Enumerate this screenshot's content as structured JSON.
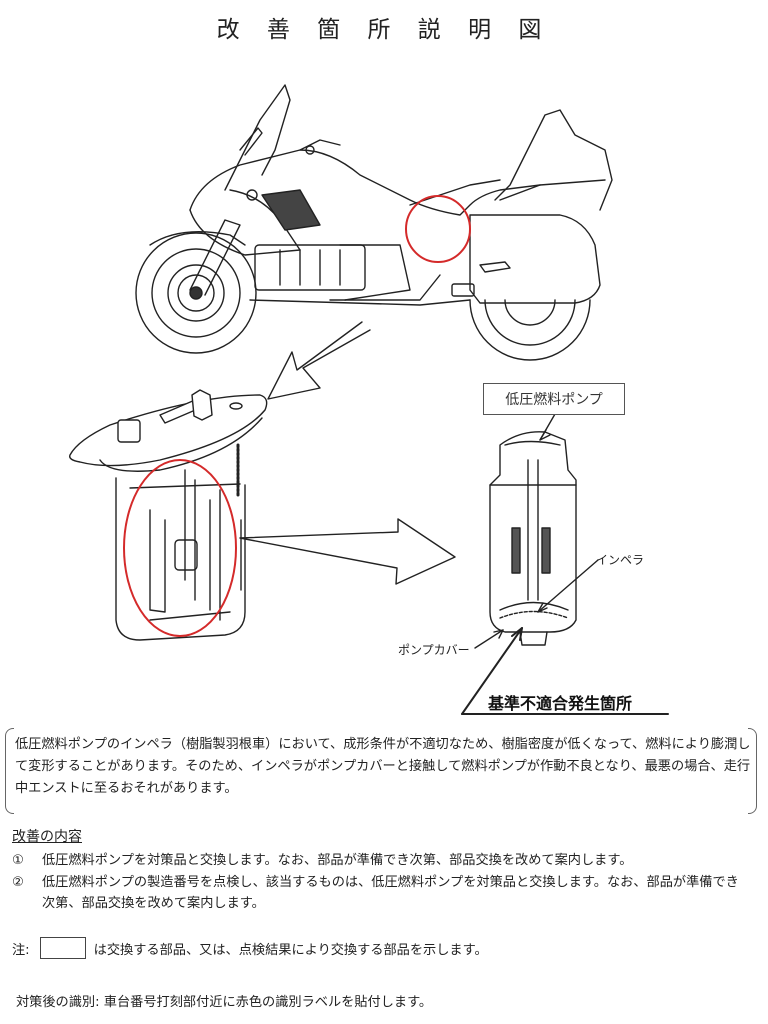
{
  "title": "改 善 箇 所 説 明 図",
  "figure": {
    "part_label": "低圧燃料ポンプ",
    "callouts": {
      "impeller": "インペラ",
      "pump_cover": "ポンプカバー",
      "defect_location": "基準不適合発生箇所"
    },
    "highlight_color": "#d42a2a"
  },
  "description": "低圧燃料ポンプのインペラ（樹脂製羽根車）において、成形条件が不適切なため、樹脂密度が低くなって、燃料により膨潤して変形することがあります。そのため、インペラがポンプカバーと接触して燃料ポンプが作動不良となり、最悪の場合、走行中エンストに至るおそれがあります。",
  "remedy": {
    "heading": "改善の内容",
    "items": [
      {
        "marker": "①",
        "text": "低圧燃料ポンプを対策品と交換します。なお、部品が準備でき次第、部品交換を改めて案内します。"
      },
      {
        "marker": "②",
        "text": "低圧燃料ポンプの製造番号を点検し、該当するものは、低圧燃料ポンプを対策品と交換します。なお、部品が準備でき次第、部品交換を改めて案内します。"
      }
    ]
  },
  "note": {
    "prefix": "注:",
    "text": "は交換する部品、又は、点検結果により交換する部品を示します。"
  },
  "identification": "対策後の識別: 車台番号打刻部付近に赤色の識別ラベルを貼付します。"
}
